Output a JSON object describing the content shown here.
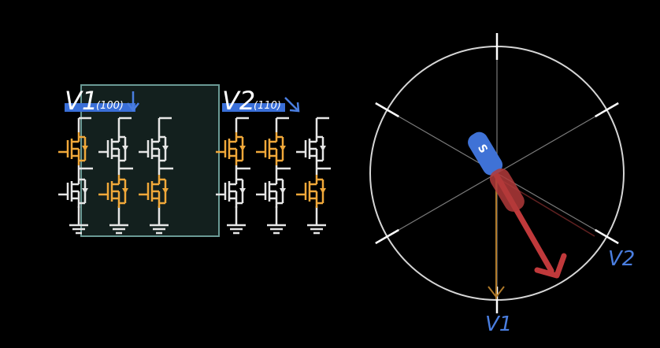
{
  "colors": {
    "background": "#000000",
    "wire": "#e6e6e6",
    "active_transistor": "#f0a83a",
    "highlight_box_fill": "#13201e",
    "highlight_box_border": "#6a9a95",
    "state_bar": "#3a6fd8",
    "magnet_south": "#3f72d6",
    "magnet_north": "#b13a3a",
    "field_arrow": "#c0393b",
    "vector_axis": "#b07a2a",
    "vector_label": "#4a7ee0"
  },
  "inverter": {
    "v1_label": "V1",
    "v1_state": "(100)",
    "v2_label": "V2",
    "v2_state": "(110)",
    "arrow_icon": "arrow-down-icon"
  },
  "vector_diagram": {
    "magnet_pole_label": "S",
    "v1_label": "V1",
    "v2_label": "V2"
  }
}
